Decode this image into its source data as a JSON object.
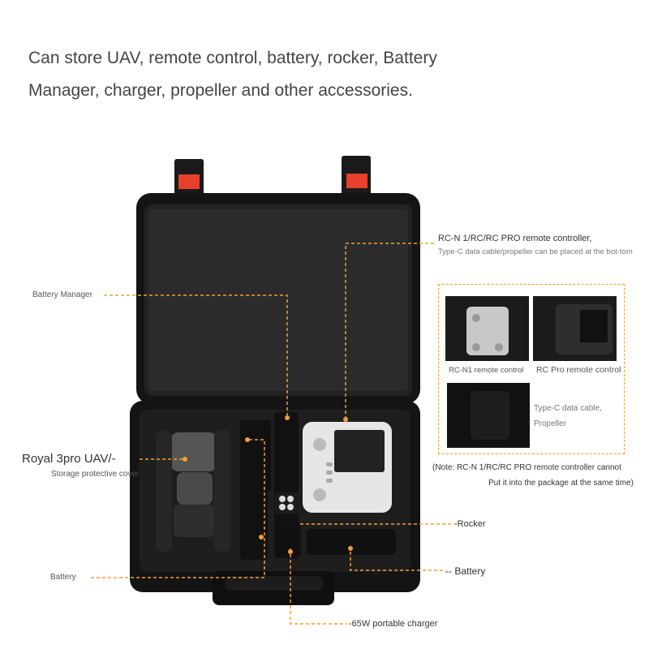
{
  "headline": {
    "line1": "Can store UAV, remote control, battery, rocker, Battery",
    "line2": "Manager, charger, propeller and other accessories."
  },
  "callouts": {
    "battery_manager": "Battery Manager",
    "rc_title": "RC-N 1/RC/RC PRO remote controller,",
    "rc_sub": "Type-C data cable/propeller can be placed at the bot-tom",
    "uav_title": "Royal 3pro UAV/-",
    "uav_sub": "Storage protective cover",
    "rocker": "-Rocker",
    "battery_left": "Battery",
    "battery_right": "-- Battery",
    "charger": "-65W portable charger"
  },
  "inset": {
    "rcn1_label": "RC-N1 remote control",
    "rcpro_label": "RC Pro remote control",
    "typec_line1": "Type-C data cable,",
    "typec_line2": "Propeller"
  },
  "note": {
    "line1": "(Note: RC-N 1/RC/RC PRO remote controller cannot",
    "line2": "Put it into the package at the same time)"
  },
  "colors": {
    "accent_orange": "#f0a030",
    "latch_red": "#e8402a",
    "case_black": "#141414"
  }
}
